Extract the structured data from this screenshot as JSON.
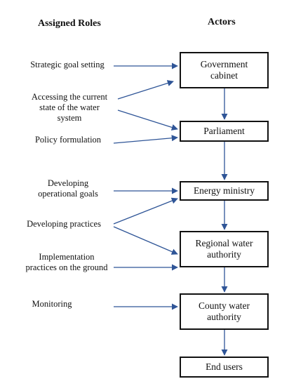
{
  "headings": {
    "roles": "Assigned Roles",
    "actors": "Actors"
  },
  "roles": [
    {
      "id": "strategic",
      "lines": [
        "Strategic goal setting"
      ]
    },
    {
      "id": "accessing",
      "lines": [
        "Accessing the current",
        "state of the water",
        "system"
      ]
    },
    {
      "id": "policy",
      "lines": [
        "Policy formulation"
      ]
    },
    {
      "id": "operational",
      "lines": [
        "Developing",
        "operational goals"
      ]
    },
    {
      "id": "practices",
      "lines": [
        "Developing practices"
      ]
    },
    {
      "id": "implementation",
      "lines": [
        "Implementation",
        "practices on the ground"
      ]
    },
    {
      "id": "monitoring",
      "lines": [
        "Monitoring"
      ]
    }
  ],
  "actors": [
    {
      "id": "government-cabinet",
      "label": "Government cabinet"
    },
    {
      "id": "parliament",
      "label": "Parliament"
    },
    {
      "id": "energy-ministry",
      "label": "Energy ministry"
    },
    {
      "id": "regional-water-authority",
      "label": "Regional water authority"
    },
    {
      "id": "county-water-authority",
      "label": "County water authority"
    },
    {
      "id": "end-users",
      "label": "End users"
    }
  ],
  "colors": {
    "arrow": "#2f5597",
    "box_border": "#111111",
    "text": "#111111"
  }
}
